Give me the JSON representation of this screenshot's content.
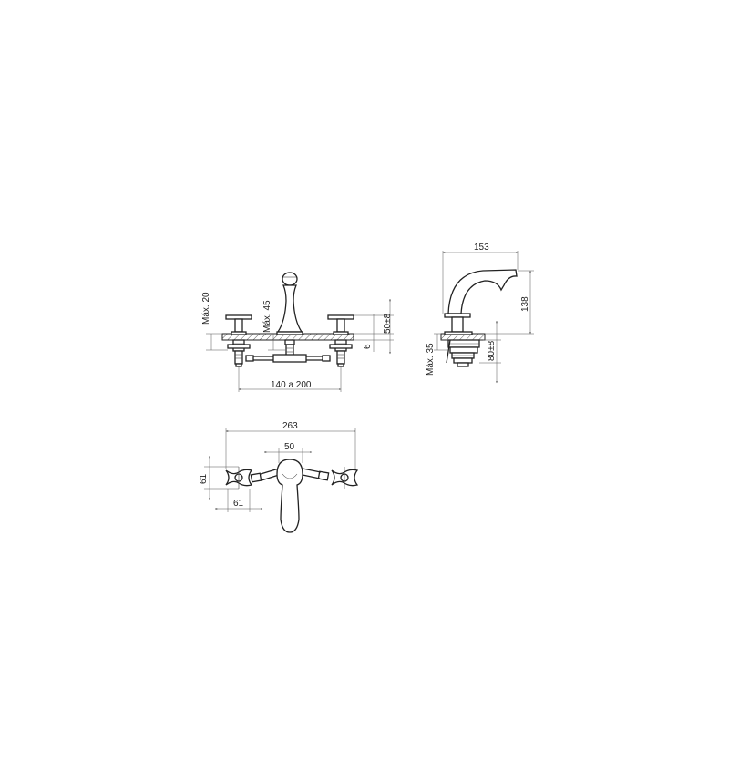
{
  "front_view": {
    "dim_max_20": "Máx. 20",
    "dim_max_45": "Máx. 45",
    "dim_50": "50±8",
    "dim_6": "6",
    "dim_spacing": "140 a 200"
  },
  "side_view": {
    "dim_153": "153",
    "dim_138": "138",
    "dim_max_35": "Máx. 35",
    "dim_80": "80±8"
  },
  "top_view": {
    "dim_263": "263",
    "dim_50": "50",
    "dim_61_v": "61",
    "dim_61_h": "61"
  }
}
